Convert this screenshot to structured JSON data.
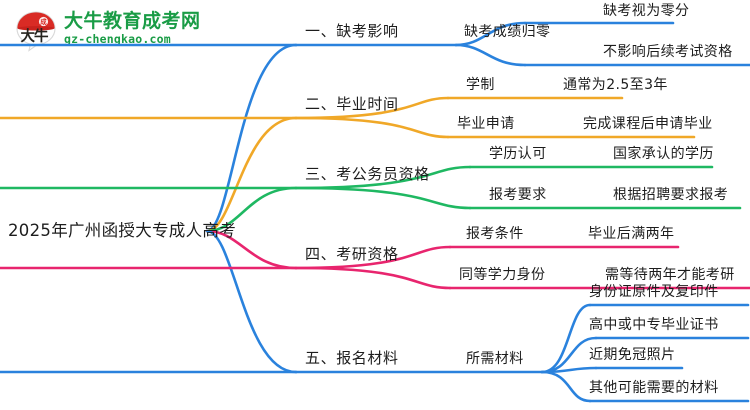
{
  "logo": {
    "mark_name": "daniu-bull-logo-icon",
    "brand_cn": "大牛教育成考网",
    "brand_url": "gz-chengkao.com",
    "brand_color": "#1a9c46"
  },
  "mindmap": {
    "root": "2025年广州函授大专成人高考",
    "branch_colors": [
      "#2a82dd",
      "#f0a828",
      "#1fb862",
      "#e8256e",
      "#2a82dd"
    ],
    "branches": [
      {
        "label": "一、缺考影响",
        "color": "#2a82dd",
        "children": [
          {
            "label": "缺考成绩归零",
            "children": [
              {
                "label": "缺考视为零分"
              },
              {
                "label": "不影响后续考试资格"
              }
            ]
          }
        ]
      },
      {
        "label": "二、毕业时间",
        "color": "#f0a828",
        "children": [
          {
            "label": "学制",
            "children": [
              {
                "label": "通常为2.5至3年"
              }
            ]
          },
          {
            "label": "毕业申请",
            "children": [
              {
                "label": "完成课程后申请毕业"
              }
            ]
          }
        ]
      },
      {
        "label": "三、考公务员资格",
        "color": "#1fb862",
        "children": [
          {
            "label": "学历认可",
            "children": [
              {
                "label": "国家承认的学历"
              }
            ]
          },
          {
            "label": "报考要求",
            "children": [
              {
                "label": "根据招聘要求报考"
              }
            ]
          }
        ]
      },
      {
        "label": "四、考研资格",
        "color": "#e8256e",
        "children": [
          {
            "label": "报考条件",
            "children": [
              {
                "label": "毕业后满两年"
              }
            ]
          },
          {
            "label": "同等学力身份",
            "children": [
              {
                "label": "需等待两年才能考研"
              }
            ]
          }
        ]
      },
      {
        "label": "五、报名材料",
        "color": "#2a82dd",
        "children": [
          {
            "label": "所需材料",
            "children": [
              {
                "label": "身份证原件及复印件"
              },
              {
                "label": "高中或中专毕业证书"
              },
              {
                "label": "近期免冠照片"
              },
              {
                "label": "其他可能需要的材料"
              }
            ]
          }
        ]
      }
    ]
  }
}
